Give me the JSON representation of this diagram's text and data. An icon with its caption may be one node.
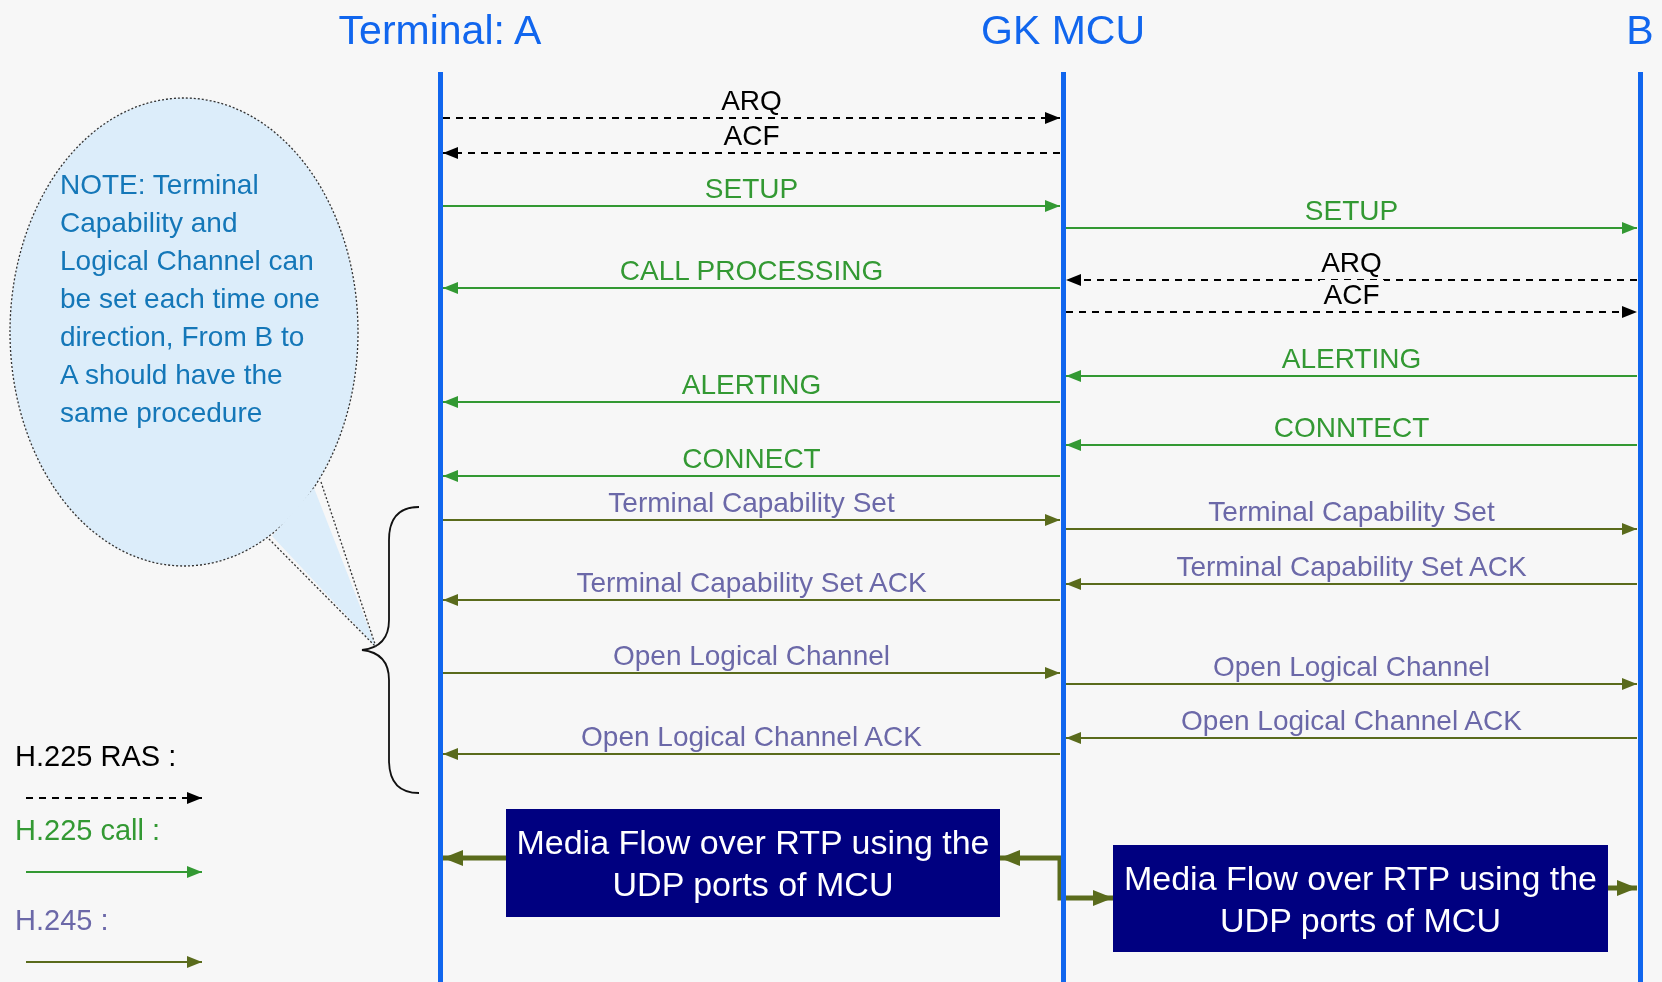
{
  "diagram": {
    "nodes": [
      {
        "text": [
          "Terminal: A"
        ]
      },
      {
        "text": [
          "GK MCU"
        ]
      },
      {
        "text": [
          "B"
        ]
      },
      {
        "text": [
          "NOTE: Terminal Capability and Logical Channel can be set each time one direction, From B to A should have the same procedure"
        ]
      },
      {
        "text": [
          "Media Flow over RTP using the UDP ports of MCU"
        ]
      },
      {
        "text": [
          "Media Flow over RTP using the UDP ports of MCU"
        ]
      }
    ],
    "edges": [
      {
        "from": 0,
        "to": 1,
        "arrow": "to",
        "label": "ARQ",
        "style": "dashed",
        "color": "#000000"
      },
      {
        "from": 1,
        "to": 0,
        "arrow": "to",
        "label": "ACF",
        "style": "dashed",
        "color": "#000000"
      },
      {
        "from": 0,
        "to": 1,
        "arrow": "to",
        "label": "SETUP",
        "color": "#339933"
      },
      {
        "from": 1,
        "to": 2,
        "arrow": "to",
        "label": "SETUP",
        "color": "#339933"
      },
      {
        "from": 2,
        "to": 1,
        "arrow": "to",
        "label": "ARQ",
        "style": "dashed",
        "color": "#000000"
      },
      {
        "from": 1,
        "to": 0,
        "arrow": "to",
        "label": "CALL PROCESSING",
        "color": "#339933"
      },
      {
        "from": 1,
        "to": 2,
        "arrow": "to",
        "label": "ACF",
        "style": "dashed",
        "color": "#000000"
      },
      {
        "from": 2,
        "to": 1,
        "arrow": "to",
        "label": "ALERTING",
        "color": "#339933"
      },
      {
        "from": 1,
        "to": 0,
        "arrow": "to",
        "label": "ALERTING",
        "color": "#339933"
      },
      {
        "from": 2,
        "to": 1,
        "arrow": "to",
        "label": "CONNTECT",
        "color": "#339933"
      },
      {
        "from": 1,
        "to": 0,
        "arrow": "to",
        "label": "CONNECT",
        "color": "#339933"
      },
      {
        "from": 0,
        "to": 1,
        "arrow": "to",
        "label": "Terminal Capability Set"
      },
      {
        "from": 1,
        "to": 2,
        "arrow": "to",
        "label": "Terminal Capability Set"
      },
      {
        "from": 2,
        "to": 1,
        "arrow": "to",
        "label": "Terminal Capability Set ACK"
      },
      {
        "from": 1,
        "to": 0,
        "arrow": "to",
        "label": "Terminal Capability Set ACK"
      },
      {
        "from": 0,
        "to": 1,
        "arrow": "to",
        "label": "Open Logical Channel"
      },
      {
        "from": 1,
        "to": 2,
        "arrow": "to",
        "label": "Open Logical Channel"
      },
      {
        "from": 2,
        "to": 1,
        "arrow": "to",
        "label": "Open Logical Channel ACK"
      },
      {
        "from": 1,
        "to": 0,
        "arrow": "to",
        "label": "Open Logical Channel ACK"
      },
      {
        "from": 4,
        "to": 0,
        "arrow": "to",
        "style": "thick"
      },
      {
        "from": 4,
        "to": 5,
        "arrow": "both",
        "style": "thick"
      },
      {
        "from": 5,
        "to": 2,
        "arrow": "to",
        "style": "thick"
      }
    ],
    "legend": [
      {
        "text": "H.225 RAS :"
      },
      {
        "text": "H.225 call :"
      },
      {
        "text": "H.245  :"
      }
    ]
  }
}
